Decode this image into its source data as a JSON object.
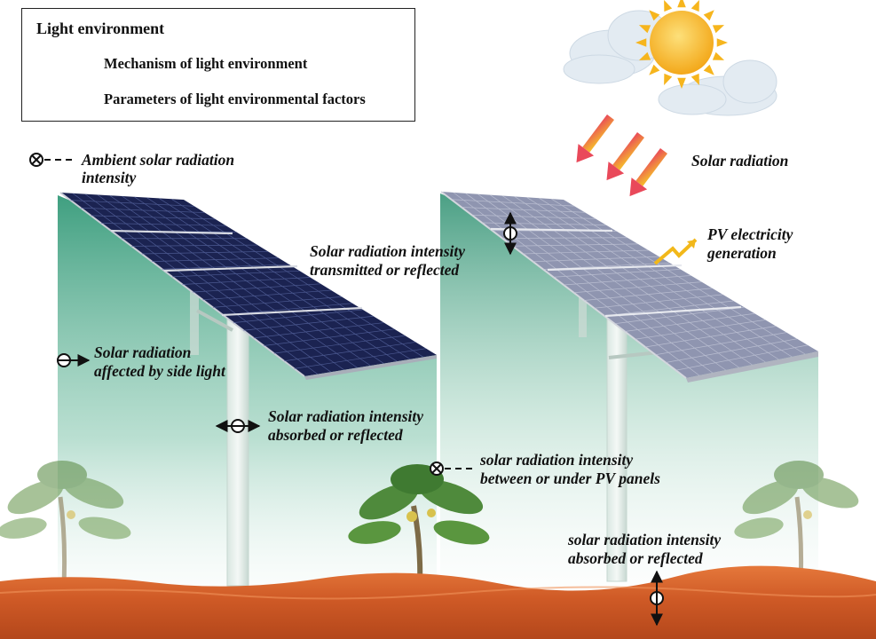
{
  "legend": {
    "title": "Light environment",
    "mechanism": "Mechanism of light environment",
    "parameters": "Parameters of light environmental factors"
  },
  "labels": {
    "ambient_line1": "Ambient solar radiation",
    "ambient_line2": "intensity",
    "solar_radiation": "Solar radiation",
    "pv_line1": "PV  electricity",
    "pv_line2": "generation",
    "transmitted_line1": "Solar radiation intensity",
    "transmitted_line2": "transmitted or reflected",
    "side_line1": "Solar radiation",
    "side_line2": "affected by side light",
    "pole_line1": "Solar radiation intensity",
    "pole_line2": "absorbed or reflected",
    "between_line1": "solar radiation intensity",
    "between_line2": "between or under PV panels",
    "ground_line1": "solar radiation intensity",
    "ground_line2": "absorbed or reflected"
  },
  "colors": {
    "panel_dark": "#1a2350",
    "panel_light": "#8f94ad",
    "shade_green": "#3f9f80",
    "soil": "#d2622e",
    "sun": "#f6b51d",
    "arrow_ray": "#e9495a"
  },
  "icons": {
    "mechanism": "circle-double-arrow-icon",
    "parameter": "circle-x-dashed-icon",
    "sun": "sun-icon",
    "cloud": "cloud-icon",
    "lightning": "lightning-icon",
    "plant": "plant-icon"
  }
}
